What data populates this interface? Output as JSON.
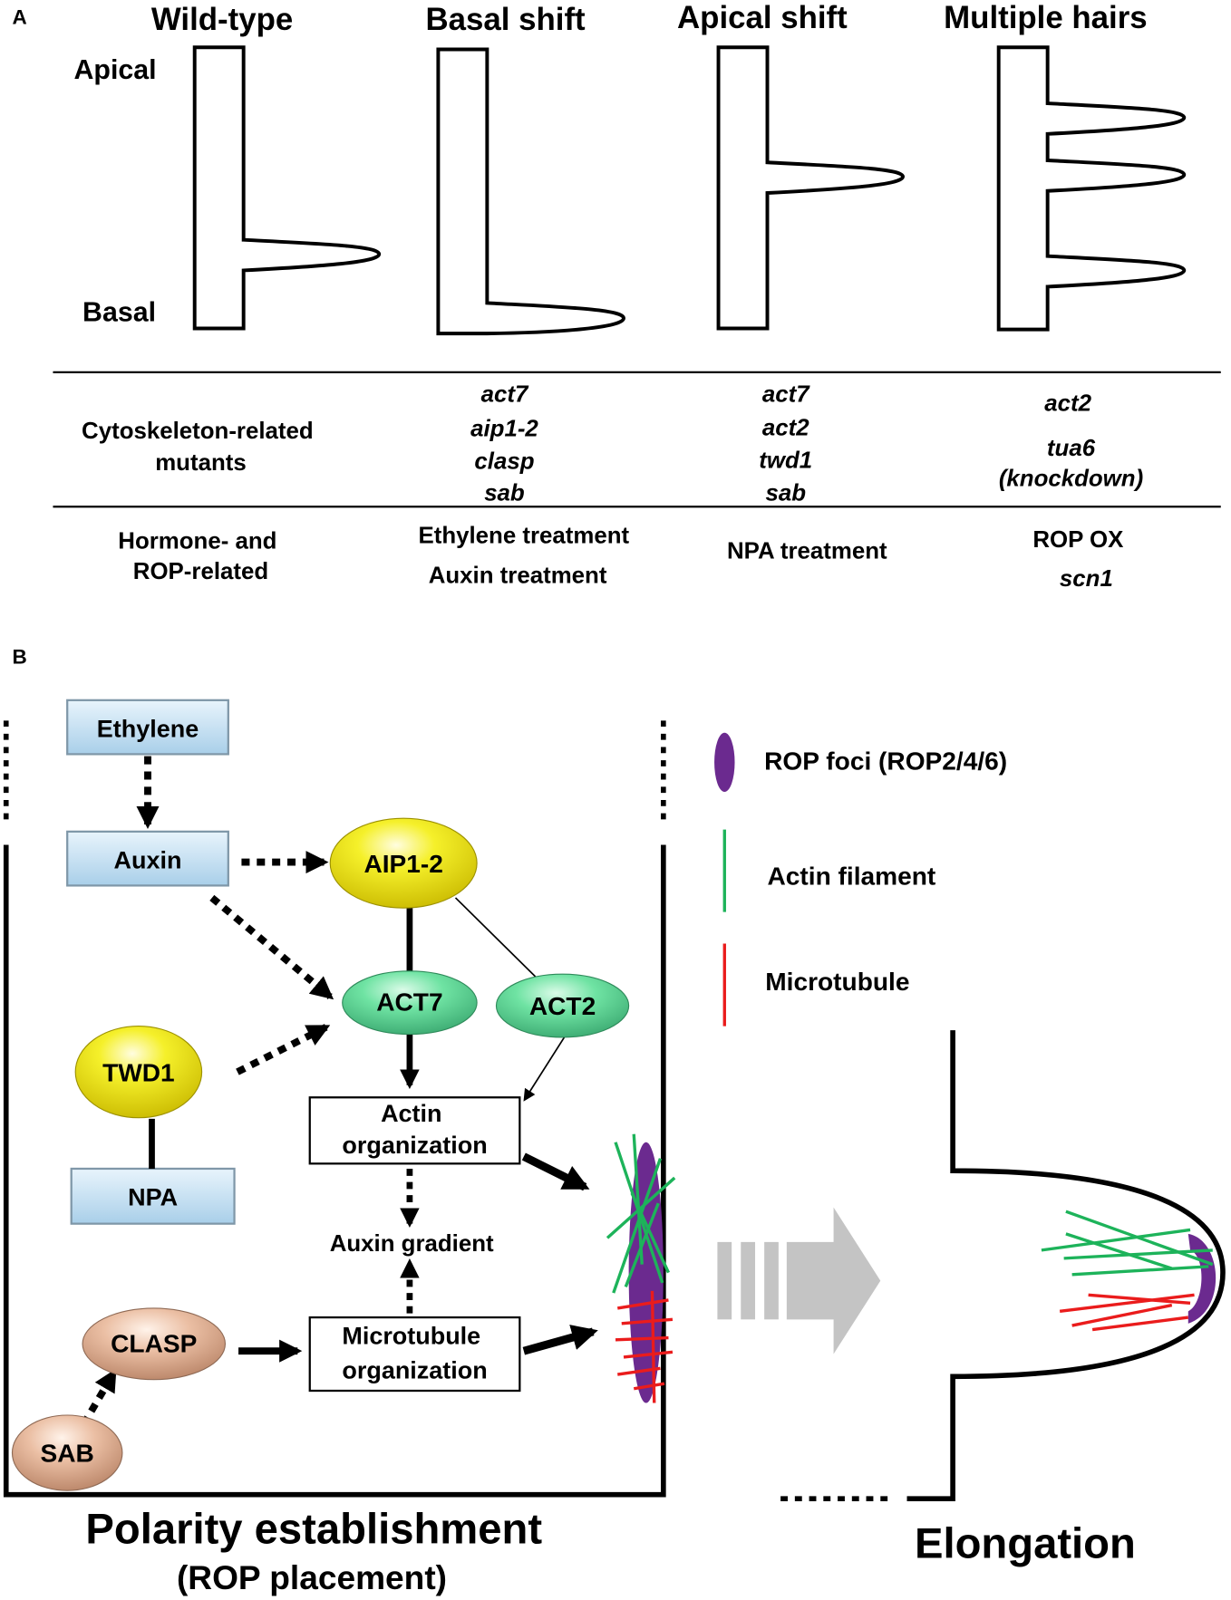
{
  "panel_a": {
    "label": "A",
    "columns": [
      {
        "title": "Wild-type"
      },
      {
        "title": "Basal shift"
      },
      {
        "title": "Apical shift"
      },
      {
        "title": "Multiple hairs"
      }
    ],
    "axis": {
      "apical": "Apical",
      "basal": "Basal"
    },
    "rows": [
      {
        "header_lines": [
          "Cytoskeleton-related",
          "mutants"
        ],
        "cells": [
          [
            "act7",
            "aip1-2",
            "clasp",
            "sab"
          ],
          [
            "act7",
            "act2",
            "twd1",
            "sab"
          ],
          [
            "act2",
            "tua6",
            "(knockdown)"
          ]
        ]
      },
      {
        "header_lines": [
          "Hormone- and",
          "ROP-related"
        ],
        "cells": [
          [
            "Ethylene treatment",
            "Auxin treatment"
          ],
          [
            "NPA treatment"
          ],
          [
            "ROP OX",
            "scn1"
          ]
        ]
      }
    ]
  },
  "panel_b": {
    "label": "B",
    "nodes": {
      "ethylene": "Ethylene",
      "auxin": "Auxin",
      "npa": "NPA",
      "aip": "AIP1-2",
      "act7": "ACT7",
      "act2": "ACT2",
      "twd1": "TWD1",
      "clasp": "CLASP",
      "sab": "SAB",
      "actin_org": [
        "Actin",
        "organization"
      ],
      "mt_org": [
        "Microtubule",
        "organization"
      ],
      "auxin_gradient": "Auxin gradient"
    },
    "legend": {
      "rop": "ROP foci (ROP2/4/6)",
      "actin": "Actin filament",
      "mt": "Microtubule"
    },
    "polarity_title": "Polarity establishment",
    "polarity_subtitle": "(ROP placement)",
    "elongation_title": "Elongation",
    "colors": {
      "rop": "#6b2a8f",
      "actin": "#1db35a",
      "microtubule": "#ea1c1c",
      "hormone_box": "#c2dff2",
      "yellow_node": "#f2ee18",
      "green_node": "#6fe3a3",
      "tan_node": "#ebbfa4",
      "grey_arrow": "#c4c4c4"
    }
  }
}
